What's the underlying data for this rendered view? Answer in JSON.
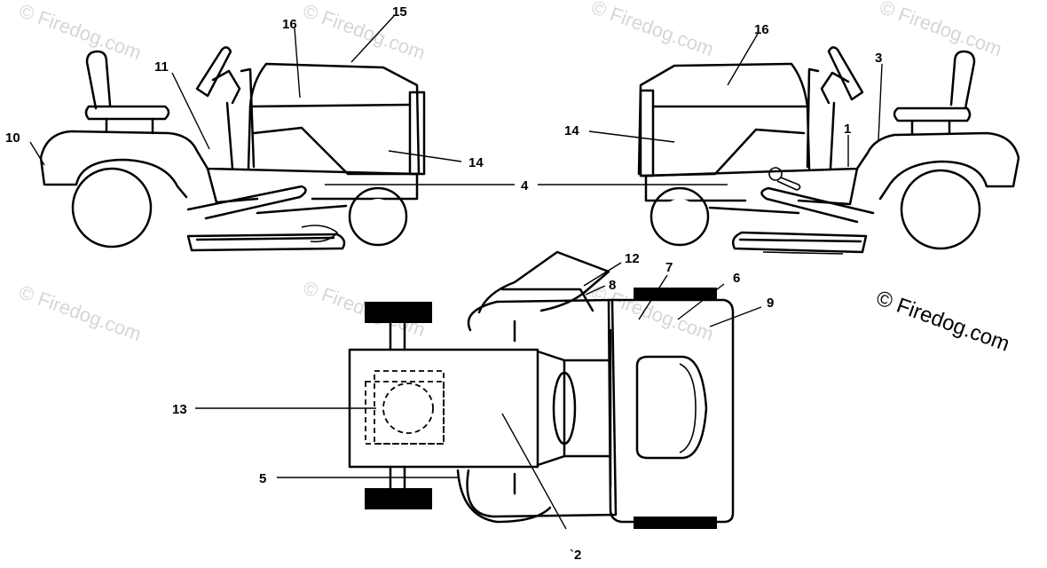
{
  "watermark": "© Firedog.com",
  "brand_mark": "© Firedog.com",
  "callouts": {
    "c1": "1",
    "c2": "`2",
    "c3": "3",
    "c4": "4",
    "c5": "5",
    "c6": "6",
    "c7": "7",
    "c8": "8",
    "c9": "9",
    "c10": "10",
    "c11": "11",
    "c12": "12",
    "c13": "13",
    "c14a": "14",
    "c14b": "14",
    "c15": "15",
    "c16a": "16",
    "c16b": "16"
  }
}
